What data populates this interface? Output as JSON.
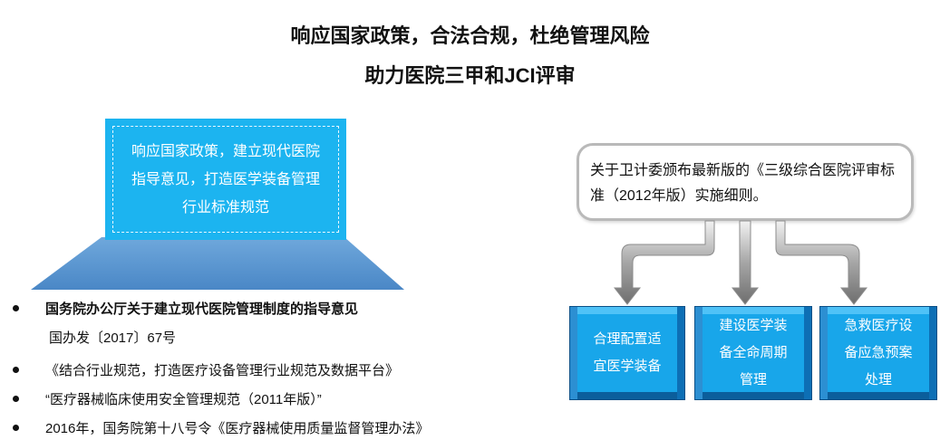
{
  "header": {
    "title_line1": "响应国家政策，合法合规，杜绝管理风险",
    "title_line2": "助力医院三甲和JCI评审"
  },
  "policy_box": {
    "text": "响应国家政策，建立现代医院指导意见，打造医学装备管理行业标准规范"
  },
  "bullets": [
    {
      "text": "国务院办公厅关于建立现代医院管理制度的指导意见",
      "bold": true
    },
    {
      "text": "国办发〔2017〕67号",
      "sub": true
    },
    {
      "text": "《结合行业规范，打造医疗设备管理行业规范及数据平台》"
    },
    {
      "text": "“医疗器械临床使用安全管理规范（2011年版）”"
    },
    {
      "text": "2016年，国务院第十八号令《医疗器械使用质量监督管理办法》"
    }
  ],
  "callout": {
    "text": "关于卫计委颁布最新版的《三级综合医院评审标准（2012年版）实施细则。"
  },
  "outcome_boxes": [
    {
      "label": "合理配置适宜医学装备"
    },
    {
      "label": "建设医学装备全命周期管理"
    },
    {
      "label": "急救医疗设备应急预案处理"
    }
  ],
  "colors": {
    "policy_blue": "#1cb4f0",
    "pedestal_blue": "#5b9bd5",
    "box_blue": "#18a6ea",
    "arrow_gray": "#8c8c8c"
  }
}
